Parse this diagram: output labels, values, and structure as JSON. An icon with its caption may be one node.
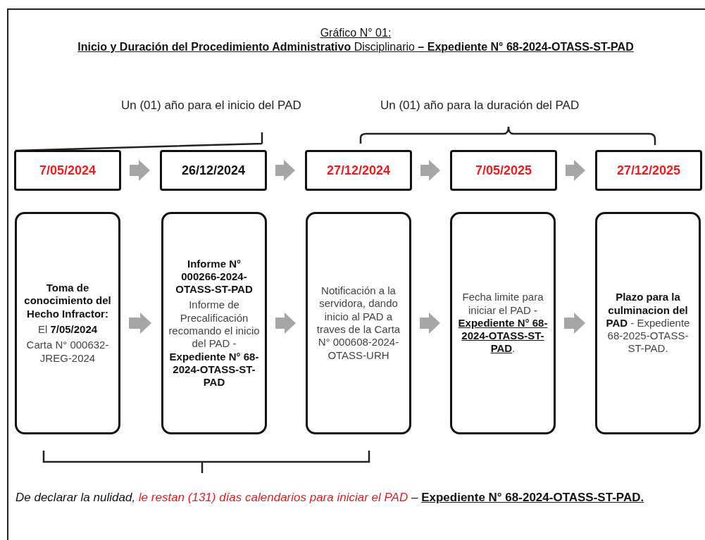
{
  "diagram": {
    "title": "Gráfico N° 01:",
    "nodes": [
      {
        "text": [
          "7/05/2024"
        ]
      },
      {
        "text": [
          "26/12/2024"
        ]
      },
      {
        "text": [
          "27/12/2024"
        ]
      },
      {
        "text": [
          "7/05/2025"
        ]
      },
      {
        "text": [
          "27/12/2025"
        ]
      },
      {
        "text": [
          "Toma de conocimiento del Hecho Infractor:",
          "El **7/05/2024**",
          "Carta N° 000632-JREG-2024"
        ]
      },
      {
        "text": [
          "Informe N° 000266-2024-OTASS-ST-PAD",
          "Informe de Precalificación recomando el inicio del PAD - **Expediente N° 68-2024-OTASS-ST-PAD**"
        ]
      },
      {
        "text": [
          "Notificación a la servidora, dando inicio al PAD a traves de la Carta N° 000608-2024-OTASS-URH"
        ]
      },
      {
        "text": [
          "Fecha limite para iniciar el PAD - **Expediente N° 68-2024-OTASS-ST-PAD**."
        ]
      },
      {
        "text": [
          "**Plazo para la culminacion del PAD** - Expediente 68-2025-OTASS-ST-PAD."
        ]
      }
    ],
    "edges": [
      {
        "from": 0,
        "to": 1,
        "arrow": "to"
      },
      {
        "from": 1,
        "to": 2,
        "arrow": "to"
      },
      {
        "from": 2,
        "to": 3,
        "arrow": "to"
      },
      {
        "from": 3,
        "to": 4,
        "arrow": "to"
      },
      {
        "from": 5,
        "to": 6,
        "arrow": "to"
      },
      {
        "from": 6,
        "to": 7,
        "arrow": "to"
      },
      {
        "from": 7,
        "to": 8,
        "arrow": "to"
      },
      {
        "from": 8,
        "to": 9,
        "arrow": "to"
      }
    ],
    "labels": [
      "**Inicio y Duración del Procedimiento Administrativo** Disciplinario **– Expediente N° 68-2024-OTASS-ST-PAD**",
      "Un (01) año para el inicio del PAD",
      "Un (01) año para la duración del PAD",
      "*De declarar la nulidad,* *le restan (131) días calendarios para iniciar el PAD* – **Expediente N° 68-2024-OTASS-ST-PAD.**"
    ]
  }
}
